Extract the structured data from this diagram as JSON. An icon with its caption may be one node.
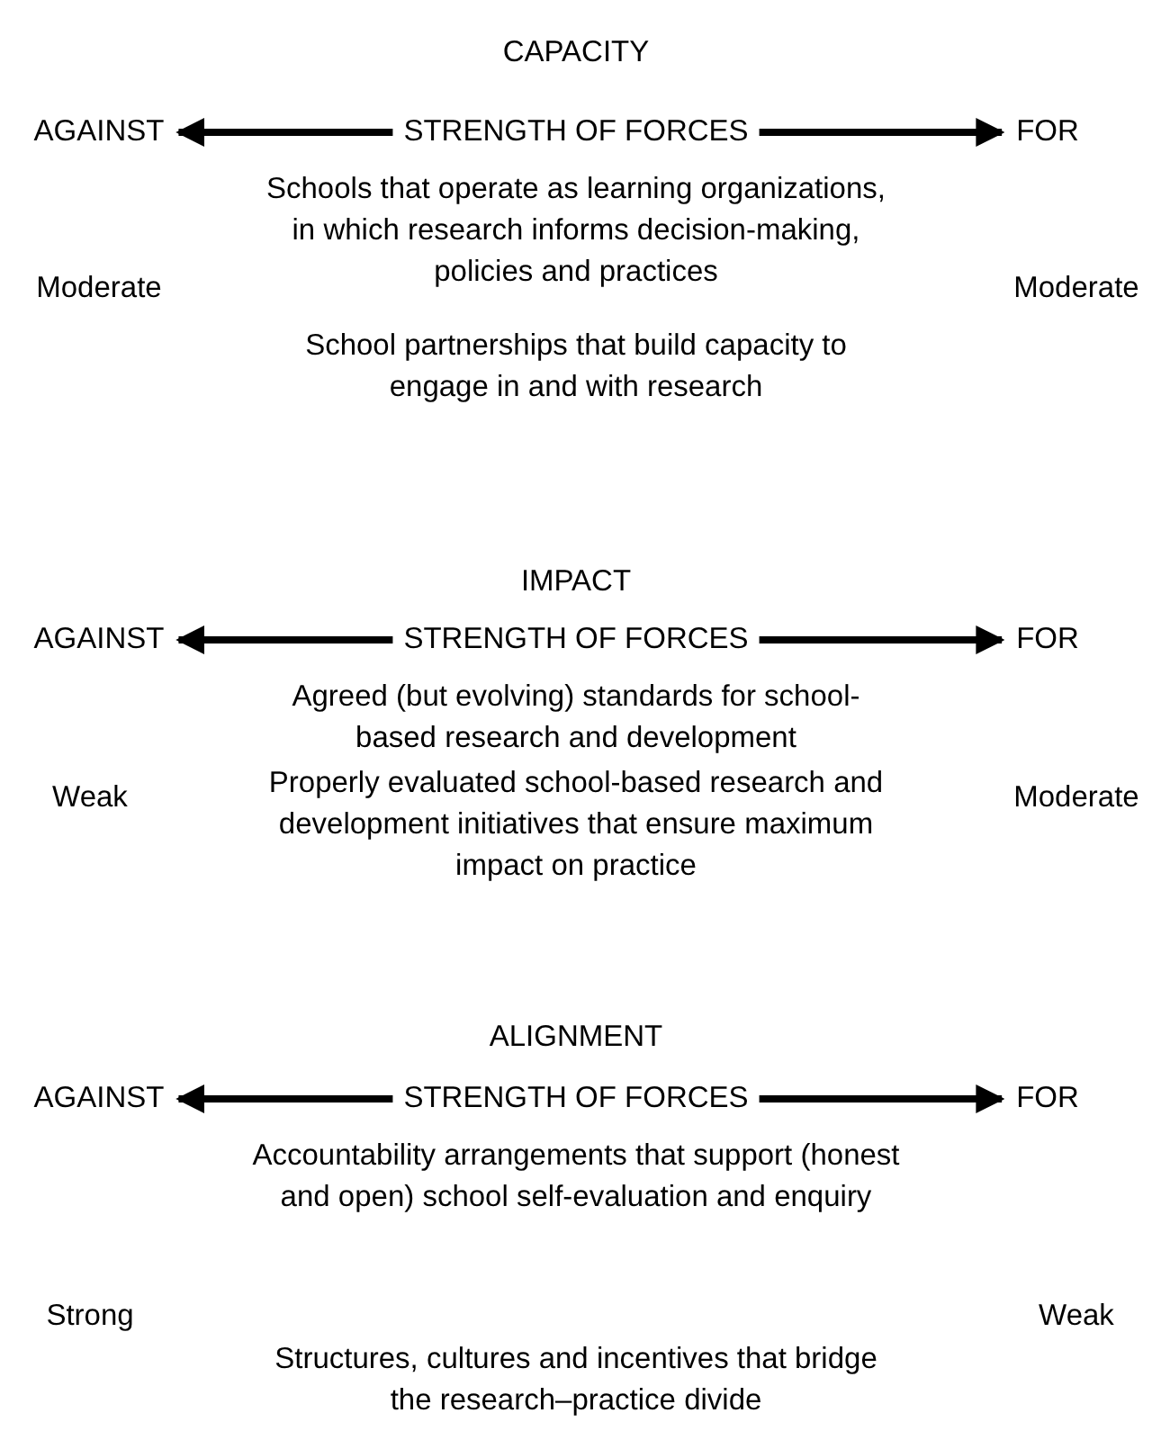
{
  "diagram": {
    "nodes": [
      {
        "text": [
          "AGAINST"
        ]
      },
      {
        "text": [
          "STRENGTH OF FORCES"
        ]
      },
      {
        "text": [
          "FOR"
        ]
      },
      {
        "text": [
          "AGAINST"
        ]
      },
      {
        "text": [
          "STRENGTH OF FORCES"
        ]
      },
      {
        "text": [
          "FOR"
        ]
      },
      {
        "text": [
          "AGAINST"
        ]
      },
      {
        "text": [
          "STRENGTH OF FORCES"
        ]
      },
      {
        "text": [
          "FOR"
        ]
      }
    ],
    "edges": [
      {
        "from": 1,
        "to": 0,
        "arrow": "to"
      },
      {
        "from": 1,
        "to": 2,
        "arrow": "to"
      },
      {
        "from": 4,
        "to": 3,
        "arrow": "to"
      },
      {
        "from": 4,
        "to": 5,
        "arrow": "to"
      },
      {
        "from": 7,
        "to": 6,
        "arrow": "to"
      },
      {
        "from": 7,
        "to": 8,
        "arrow": "to"
      }
    ],
    "labels": [
      "CAPACITY",
      "Schools that operate as learning organizations, in which research informs decision-making, policies and practices",
      "Moderate",
      "Moderate",
      "School partnerships that build capacity to engage in and with research",
      "IMPACT",
      "Agreed (but evolving) standards for school-based research and development",
      "Weak",
      "Moderate",
      "Properly evaluated school-based research and development initiatives that ensure maximum impact on practice",
      "ALIGNMENT",
      "Accountability arrangements that support (honest and open) school self-evaluation and enquiry",
      "Strong",
      "Weak",
      "Structures, cultures and incentives that bridge the research–practice divide"
    ]
  }
}
